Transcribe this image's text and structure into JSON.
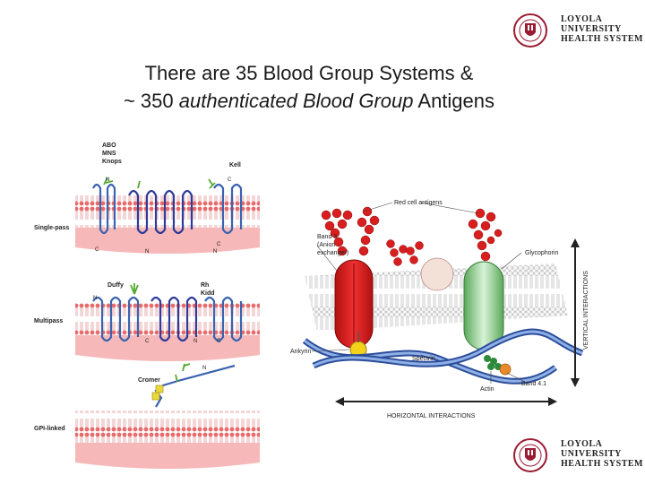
{
  "slide": {
    "title_line1": "There are 35 Blood Group Systems &",
    "title_line2_prefix": "~ 350 ",
    "title_line2_italic": "authenticated Blood Group",
    "title_line2_suffix": " Antigens"
  },
  "logo": {
    "line1": "LOYOLA",
    "line2": "UNIVERSITY",
    "line3": "HEALTH SYSTEM"
  },
  "left_figure": {
    "group_abo": "ABO",
    "group_mns": "MNS",
    "group_knops": "Knops",
    "group_kell": "Kell",
    "row1_label": "Single-pass",
    "group_duffy": "Duffy",
    "group_rh": "Rh",
    "group_kidd": "Kidd",
    "row2_label": "Multipass",
    "group_cromer": "Cromer",
    "row3_label": "GPI-linked",
    "term_n": "N",
    "term_c": "C"
  },
  "right_figure": {
    "red_cell_antigens": "Red cell antigens",
    "band3_line1": "Band 3",
    "band3_line2": "(Anion",
    "band3_line3": "exchanger)",
    "glycophorin": "Glycophorin",
    "ankyrin": "Ankyrin",
    "spectrin": "Spectrin",
    "actin": "Actin",
    "band41": "Band 4.1",
    "vertical": "VERTICAL INTERACTIONS",
    "horizontal": "HORIZONTAL INTERACTIONS"
  },
  "colors": {
    "membrane_pink": "#f6b8b8",
    "lipid_blue": "#3a63b0",
    "antigen_red": "#d81e1e",
    "band3_red": "#e02020",
    "glycophorin_green": "#9ad69a",
    "logo_red": "#9b1b30"
  }
}
